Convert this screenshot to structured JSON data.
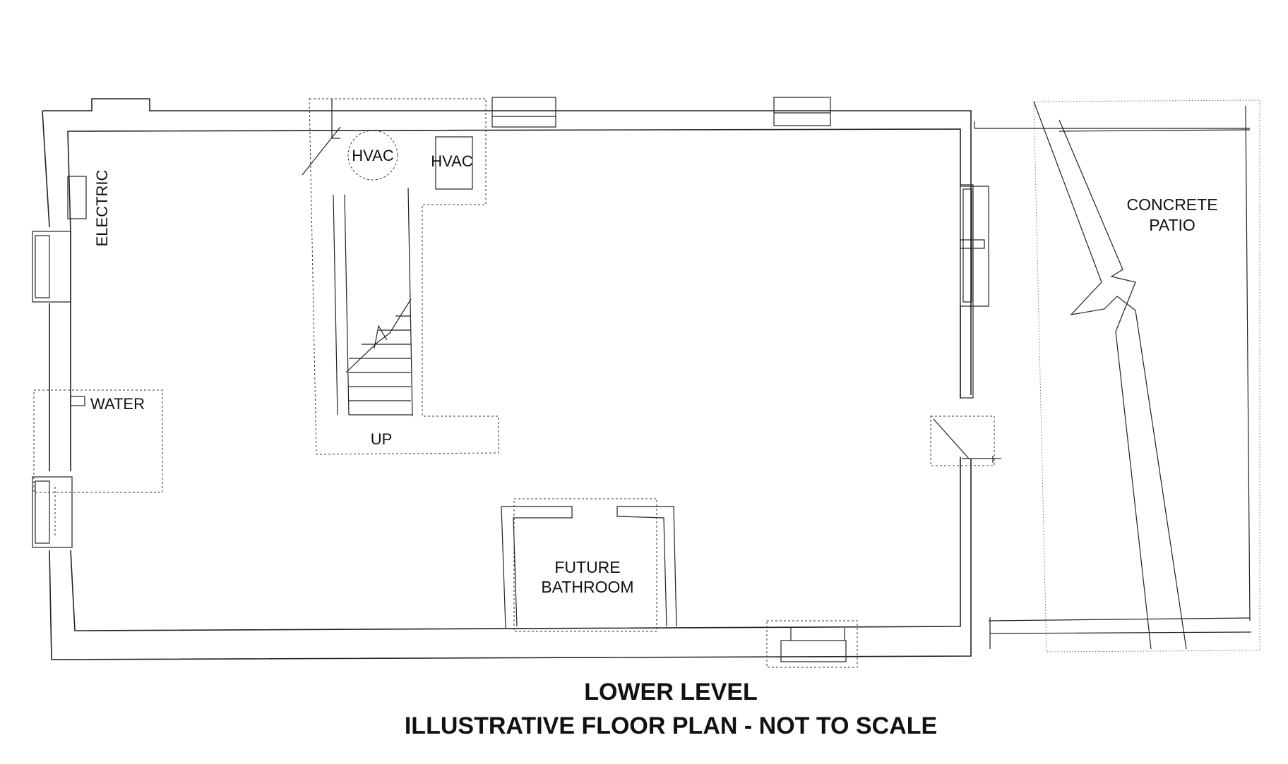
{
  "labels": {
    "electric": "ELECTRIC",
    "water": "WATER",
    "hvac_round": "HVAC",
    "hvac_square": "HVAC",
    "stairs_up": "UP",
    "patio_line1": "CONCRETE",
    "patio_line2": "PATIO",
    "bath_line1": "FUTURE",
    "bath_line2": "BATHROOM"
  },
  "title": {
    "line1": "LOWER LEVEL",
    "line2": "ILLUSTRATIVE FLOOR PLAN - NOT TO SCALE"
  }
}
